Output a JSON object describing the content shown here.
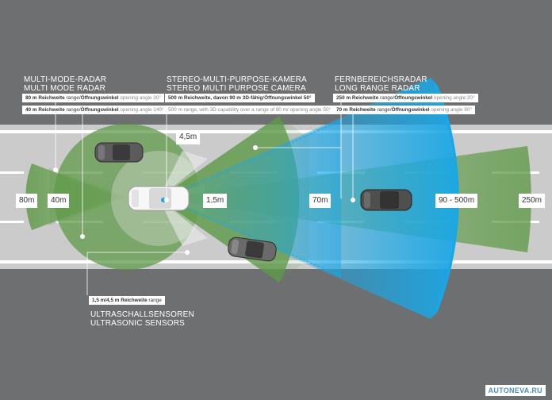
{
  "distances": {
    "d80": "80m",
    "d40": "40m",
    "d15": "1,5m",
    "d45": "4,5m",
    "d70": "70m",
    "d90500": "90 - 500m",
    "d250": "250m"
  },
  "radar": {
    "title_de": "MULTI-MODE-RADAR",
    "title_en": "MULTI MODE RADAR",
    "spec1_bold": "80 m Reichweite",
    "spec1_rest": " range/",
    "spec1_bold2": "Öffnungswinkel",
    "spec1_grey": " opening angle 30°",
    "spec2_bold": "40 m Reichweite",
    "spec2_rest": " range/",
    "spec2_bold2": "Öffnungswinkel",
    "spec2_grey": " opening angle 140°"
  },
  "camera": {
    "title_de": "STEREO-MULTI-PURPOSE-KAMERA",
    "title_en": "STEREO MULTI PURPOSE CAMERA",
    "spec1_bold": "500 m Reichweite, davon 90 m 3D-fähig",
    "spec1_rest": "/",
    "spec1_bold2": "Öffnungswinkel 50°",
    "spec2_grey": "500 m range, with 3D capability over a range of 90 m/ opening angle 50°"
  },
  "longrange": {
    "title_de": "FERNBEREICHSRADAR",
    "title_en": "LONG RANGE RADAR",
    "spec1_bold": "250 m Reichweite",
    "spec1_rest": " range/",
    "spec1_bold2": "Öffnungswinkel",
    "spec1_grey": " opening angle 20°",
    "spec2_bold": "70 m Reichweite",
    "spec2_rest": " range/",
    "spec2_bold2": "Öffnungswinkel",
    "spec2_grey": " opening angle 90°"
  },
  "ultrasonic": {
    "spec_bold": "1,5 m/4,5 m Reichweite",
    "spec_rest": " range",
    "title_de": "ULTRASCHALLSENSOREN",
    "title_en": "ULTRASONIC SENSORS"
  },
  "watermark": "AUTONEVA.RU",
  "colors": {
    "background": "#6e6f71",
    "road": "#cbcbcb",
    "radar_green": "#5f9a48",
    "long_range_blue": "#1aa7e6"
  }
}
